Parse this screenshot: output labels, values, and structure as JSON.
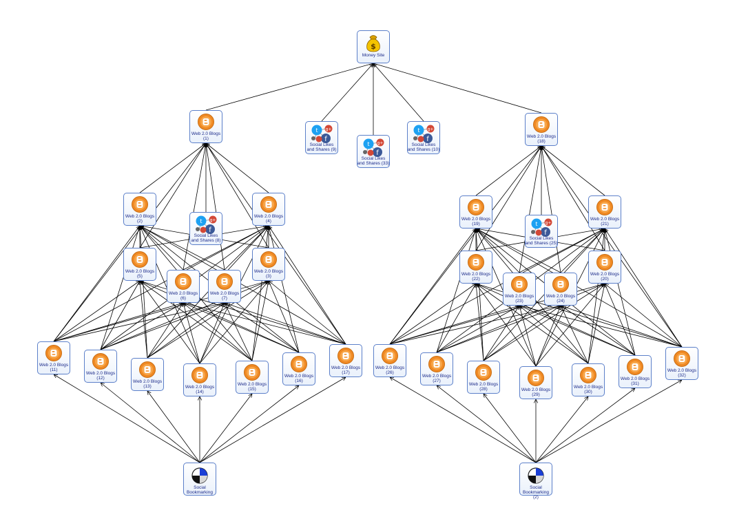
{
  "diagram": {
    "nodes": [
      {
        "id": "money",
        "label": "Money Site",
        "icon": "money-bag-icon"
      },
      {
        "id": "s9",
        "label": "Social Likes\nand Shares (9)",
        "icon": "social-share-icon"
      },
      {
        "id": "s33",
        "label": "Social Likes\nand Shares (33)",
        "icon": "social-share-icon"
      },
      {
        "id": "s10",
        "label": "Social Likes\nand Shares (10)",
        "icon": "social-share-icon"
      },
      {
        "id": "w1",
        "label": "Web 2.0 Blogs\n(1)",
        "icon": "blogger-icon"
      },
      {
        "id": "w2",
        "label": "Web 2.0 Blogs\n(2)",
        "icon": "blogger-icon"
      },
      {
        "id": "w4",
        "label": "Web 2.0 Blogs\n(4)",
        "icon": "blogger-icon"
      },
      {
        "id": "s8",
        "label": "Social Likes\nand Shares (8)",
        "icon": "social-share-icon"
      },
      {
        "id": "w5",
        "label": "Web 2.0 Blogs\n(5)",
        "icon": "blogger-icon"
      },
      {
        "id": "w3",
        "label": "Web 2.0 Blogs\n(3)",
        "icon": "blogger-icon"
      },
      {
        "id": "w6",
        "label": "Web 2.0 Blogs\n(6)",
        "icon": "blogger-icon"
      },
      {
        "id": "w7",
        "label": "Web 2.0 Blogs\n(7)",
        "icon": "blogger-icon"
      },
      {
        "id": "w11",
        "label": "Web 2.0 Blogs\n(11)",
        "icon": "blogger-icon"
      },
      {
        "id": "w12",
        "label": "Web 2.0 Blogs\n(12)",
        "icon": "blogger-icon"
      },
      {
        "id": "w13",
        "label": "Web 2.0 Blogs\n(13)",
        "icon": "blogger-icon"
      },
      {
        "id": "w14",
        "label": "Web 2.0 Blogs\n(14)",
        "icon": "blogger-icon"
      },
      {
        "id": "w15",
        "label": "Web 2.0 Blogs\n(15)",
        "icon": "blogger-icon"
      },
      {
        "id": "w16",
        "label": "Web 2.0 Blogs\n(16)",
        "icon": "blogger-icon"
      },
      {
        "id": "w17",
        "label": "Web 2.0 Blogs\n(17)",
        "icon": "blogger-icon"
      },
      {
        "id": "sb1",
        "label": "Social\nBookmarking",
        "icon": "bookmarking-icon"
      },
      {
        "id": "w18",
        "label": "Web 2.0 Blogs\n(18)",
        "icon": "blogger-icon"
      },
      {
        "id": "w19",
        "label": "Web 2.0 Blogs\n(19)",
        "icon": "blogger-icon"
      },
      {
        "id": "w21",
        "label": "Web 2.0 Blogs\n(21)",
        "icon": "blogger-icon"
      },
      {
        "id": "s25",
        "label": "Social Likes\nand Shares (25)",
        "icon": "social-share-icon"
      },
      {
        "id": "w22",
        "label": "Web 2.0 Blogs\n(22)",
        "icon": "blogger-icon"
      },
      {
        "id": "w20",
        "label": "Web 2.0 Blogs\n(20)",
        "icon": "blogger-icon"
      },
      {
        "id": "w23",
        "label": "Web 2.0 Blogs\n(23)",
        "icon": "blogger-icon"
      },
      {
        "id": "w24",
        "label": "Web 2.0 Blogs\n(24)",
        "icon": "blogger-icon"
      },
      {
        "id": "w26",
        "label": "Web 2.0 Blogs\n(26)",
        "icon": "blogger-icon"
      },
      {
        "id": "w27",
        "label": "Web 2.0 Blogs\n(27)",
        "icon": "blogger-icon"
      },
      {
        "id": "w28",
        "label": "Web 2.0 Blogs\n(28)",
        "icon": "blogger-icon"
      },
      {
        "id": "w29",
        "label": "Web 2.0 Blogs\n(29)",
        "icon": "blogger-icon"
      },
      {
        "id": "w30",
        "label": "Web 2.0 Blogs\n(30)",
        "icon": "blogger-icon"
      },
      {
        "id": "w31",
        "label": "Web 2.0 Blogs\n(31)",
        "icon": "blogger-icon"
      },
      {
        "id": "w32",
        "label": "Web 2.0 Blogs\n(32)",
        "icon": "blogger-icon"
      },
      {
        "id": "sb2",
        "label": "Social\nBookmarking\n(2)",
        "icon": "bookmarking-icon"
      }
    ],
    "edges": [
      [
        "w1",
        "money"
      ],
      [
        "s9",
        "money"
      ],
      [
        "s33",
        "money"
      ],
      [
        "s10",
        "money"
      ],
      [
        "w18",
        "money"
      ],
      [
        "w2",
        "w1"
      ],
      [
        "w4",
        "w1"
      ],
      [
        "s8",
        "w1"
      ],
      [
        "w5",
        "w1"
      ],
      [
        "w3",
        "w1"
      ],
      [
        "w6",
        "w1"
      ],
      [
        "w7",
        "w1"
      ],
      [
        "w11",
        "w1"
      ],
      [
        "w17",
        "w1"
      ],
      [
        "w5",
        "w2"
      ],
      [
        "w3",
        "w2"
      ],
      [
        "w6",
        "w2"
      ],
      [
        "w7",
        "w2"
      ],
      [
        "w11",
        "w2"
      ],
      [
        "w12",
        "w2"
      ],
      [
        "w13",
        "w2"
      ],
      [
        "w14",
        "w2"
      ],
      [
        "w15",
        "w2"
      ],
      [
        "w16",
        "w2"
      ],
      [
        "w17",
        "w2"
      ],
      [
        "w5",
        "w4"
      ],
      [
        "w3",
        "w4"
      ],
      [
        "w6",
        "w4"
      ],
      [
        "w7",
        "w4"
      ],
      [
        "w11",
        "w4"
      ],
      [
        "w12",
        "w4"
      ],
      [
        "w13",
        "w4"
      ],
      [
        "w14",
        "w4"
      ],
      [
        "w15",
        "w4"
      ],
      [
        "w16",
        "w4"
      ],
      [
        "w17",
        "w4"
      ],
      [
        "w11",
        "w5"
      ],
      [
        "w12",
        "w5"
      ],
      [
        "w13",
        "w5"
      ],
      [
        "w14",
        "w5"
      ],
      [
        "w15",
        "w5"
      ],
      [
        "w16",
        "w5"
      ],
      [
        "w17",
        "w5"
      ],
      [
        "w11",
        "w3"
      ],
      [
        "w12",
        "w3"
      ],
      [
        "w13",
        "w3"
      ],
      [
        "w14",
        "w3"
      ],
      [
        "w15",
        "w3"
      ],
      [
        "w16",
        "w3"
      ],
      [
        "w17",
        "w3"
      ],
      [
        "w11",
        "w6"
      ],
      [
        "w12",
        "w6"
      ],
      [
        "w13",
        "w6"
      ],
      [
        "w14",
        "w6"
      ],
      [
        "w15",
        "w6"
      ],
      [
        "w16",
        "w6"
      ],
      [
        "w17",
        "w6"
      ],
      [
        "w11",
        "w7"
      ],
      [
        "w12",
        "w7"
      ],
      [
        "w13",
        "w7"
      ],
      [
        "w14",
        "w7"
      ],
      [
        "w15",
        "w7"
      ],
      [
        "w16",
        "w7"
      ],
      [
        "w17",
        "w7"
      ],
      [
        "sb1",
        "w11"
      ],
      [
        "sb1",
        "w12"
      ],
      [
        "sb1",
        "w13"
      ],
      [
        "sb1",
        "w14"
      ],
      [
        "sb1",
        "w15"
      ],
      [
        "sb1",
        "w16"
      ],
      [
        "sb1",
        "w17"
      ],
      [
        "w19",
        "w18"
      ],
      [
        "w21",
        "w18"
      ],
      [
        "s25",
        "w18"
      ],
      [
        "w22",
        "w18"
      ],
      [
        "w20",
        "w18"
      ],
      [
        "w23",
        "w18"
      ],
      [
        "w24",
        "w18"
      ],
      [
        "w26",
        "w18"
      ],
      [
        "w32",
        "w18"
      ],
      [
        "w22",
        "w19"
      ],
      [
        "w20",
        "w19"
      ],
      [
        "w23",
        "w19"
      ],
      [
        "w24",
        "w19"
      ],
      [
        "w26",
        "w19"
      ],
      [
        "w27",
        "w19"
      ],
      [
        "w28",
        "w19"
      ],
      [
        "w29",
        "w19"
      ],
      [
        "w30",
        "w19"
      ],
      [
        "w31",
        "w19"
      ],
      [
        "w32",
        "w19"
      ],
      [
        "w22",
        "w21"
      ],
      [
        "w20",
        "w21"
      ],
      [
        "w23",
        "w21"
      ],
      [
        "w24",
        "w21"
      ],
      [
        "w26",
        "w21"
      ],
      [
        "w27",
        "w21"
      ],
      [
        "w28",
        "w21"
      ],
      [
        "w29",
        "w21"
      ],
      [
        "w30",
        "w21"
      ],
      [
        "w31",
        "w21"
      ],
      [
        "w32",
        "w21"
      ],
      [
        "w26",
        "w22"
      ],
      [
        "w27",
        "w22"
      ],
      [
        "w28",
        "w22"
      ],
      [
        "w29",
        "w22"
      ],
      [
        "w30",
        "w22"
      ],
      [
        "w31",
        "w22"
      ],
      [
        "w32",
        "w22"
      ],
      [
        "w26",
        "w20"
      ],
      [
        "w27",
        "w20"
      ],
      [
        "w28",
        "w20"
      ],
      [
        "w29",
        "w20"
      ],
      [
        "w30",
        "w20"
      ],
      [
        "w31",
        "w20"
      ],
      [
        "w32",
        "w20"
      ],
      [
        "w26",
        "w23"
      ],
      [
        "w27",
        "w23"
      ],
      [
        "w28",
        "w23"
      ],
      [
        "w29",
        "w23"
      ],
      [
        "w30",
        "w23"
      ],
      [
        "w31",
        "w23"
      ],
      [
        "w32",
        "w23"
      ],
      [
        "w26",
        "w24"
      ],
      [
        "w27",
        "w24"
      ],
      [
        "w28",
        "w24"
      ],
      [
        "w29",
        "w24"
      ],
      [
        "w30",
        "w24"
      ],
      [
        "w31",
        "w24"
      ],
      [
        "w32",
        "w24"
      ],
      [
        "sb2",
        "w26"
      ],
      [
        "sb2",
        "w27"
      ],
      [
        "sb2",
        "w28"
      ],
      [
        "sb2",
        "w29"
      ],
      [
        "sb2",
        "w30"
      ],
      [
        "sb2",
        "w31"
      ],
      [
        "sb2",
        "w32"
      ]
    ]
  },
  "colors": {
    "node_border": "#5b7fc9",
    "label_text": "#1a2a8a",
    "edge": "#000000",
    "blogger_orange": "#f08a24",
    "twitter_blue": "#1da1f2",
    "facebook_blue": "#3b5998",
    "gplus_red": "#d34836"
  }
}
